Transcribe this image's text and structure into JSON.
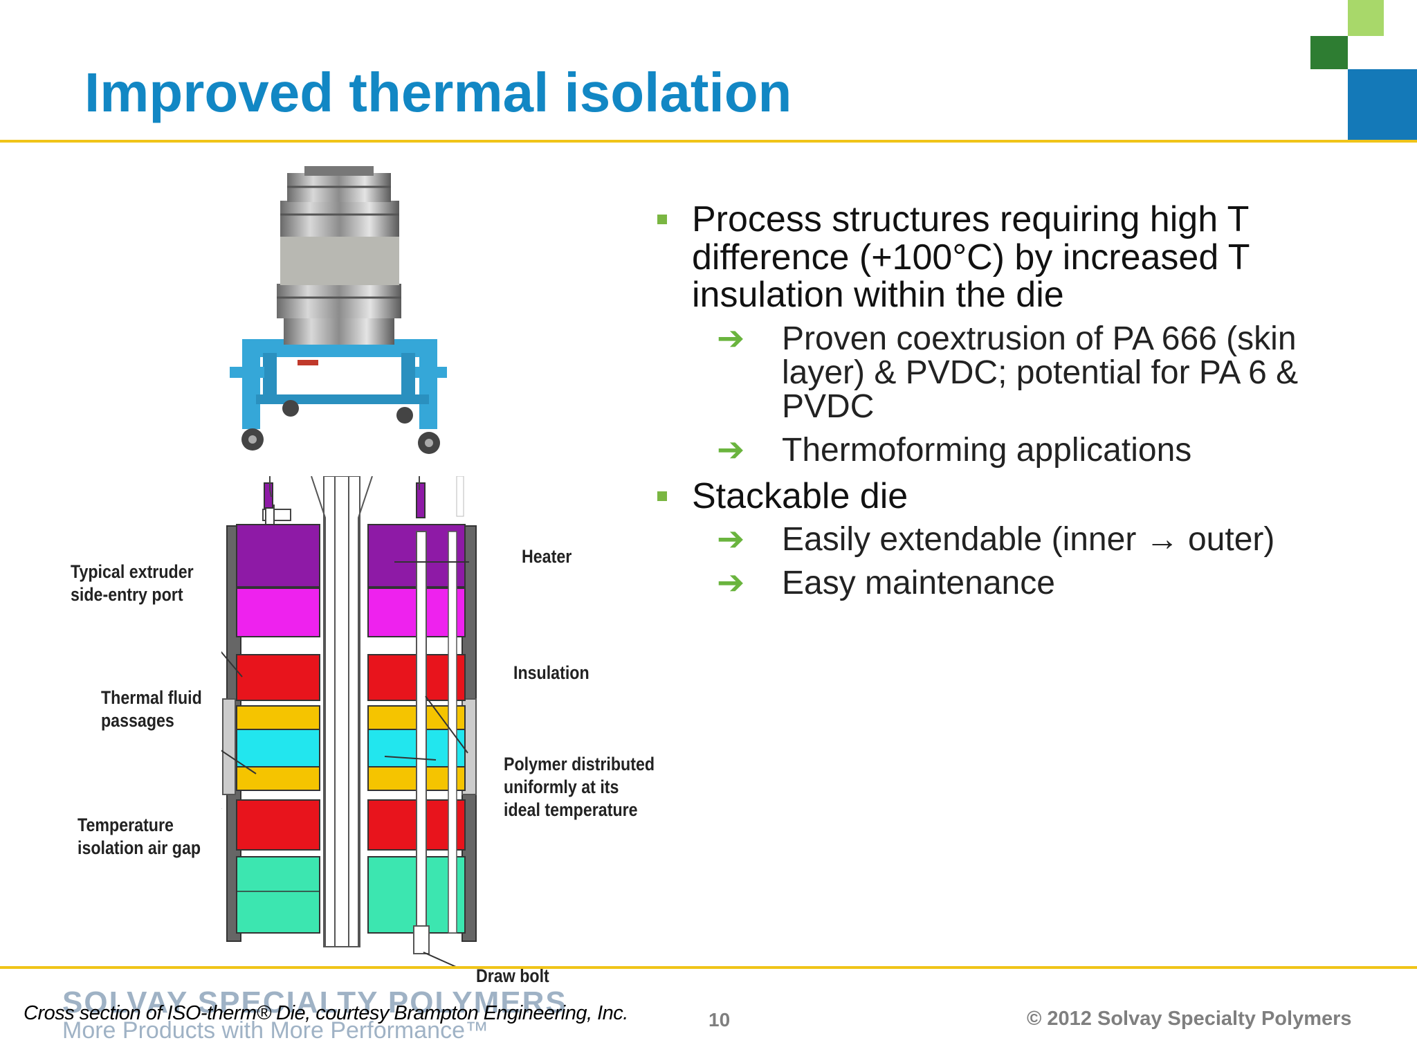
{
  "slide": {
    "title": "Improved thermal isolation",
    "page_number": "10",
    "copyright": "© 2012 Solvay Specialty Polymers",
    "logo_name": "SOLVAY SPECIALTY POLYMERS",
    "logo_tagline": "More Products with More Performance™",
    "caption": "Cross section of ISO-therm® Die, courtesy Brampton Engineering, Inc."
  },
  "bullets": [
    {
      "text": "Process structures requiring high T difference (+100°C) by increased T insulation within the die",
      "sub": [
        "Proven coextrusion of PA 666 (skin layer) & PVDC; potential for PA 6 & PVDC",
        "Thermoforming applications"
      ]
    },
    {
      "text": "Stackable die",
      "sub": [
        "Easily extendable (inner → outer)",
        "Easy maintenance"
      ]
    }
  ],
  "diagram": {
    "labels": {
      "port": [
        "Typical extruder",
        "side-entry port"
      ],
      "heater": "Heater",
      "insulation": "Insulation",
      "fluid": [
        "Thermal fluid",
        "passages"
      ],
      "polymer": [
        "Polymer distributed",
        "uniformly at its",
        "ideal temperature"
      ],
      "gap": [
        "Temperature",
        "isolation air gap"
      ],
      "drawbolt": "Draw bolt"
    }
  },
  "colors": {
    "title": "#1287c4",
    "rule": "#f0c419",
    "bullet_marker": "#7ab642",
    "heater": "#8e1aa6",
    "magenta": "#ee22ee",
    "red": "#e8141c",
    "yellow": "#f5c400",
    "cyan": "#22e6ee",
    "mint": "#3ce6b0"
  },
  "icons": [
    "bullet-square-icon",
    "arrow-right-icon"
  ]
}
